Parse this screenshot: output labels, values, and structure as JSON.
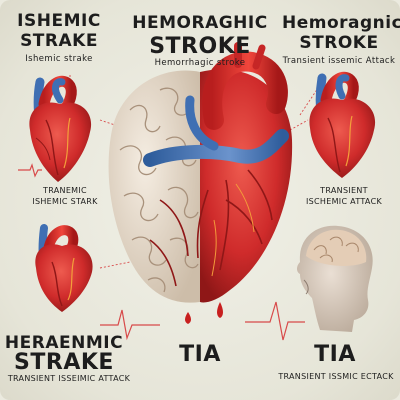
{
  "labels": {
    "top_left_line1": "ISHEMIC",
    "top_left_line2": "STRAKE",
    "top_left_sub": "Ishemic strake",
    "top_center_line1": "HEMORAGHIC",
    "top_center_line2": "STROKE",
    "top_center_sub": "Hemorrhagic stroke",
    "top_right_line1": "Hemoragnic",
    "top_right_line2": "STROKE",
    "top_right_sub": "Transient issemic Attack",
    "mid_left_line1": "TRANEMIC",
    "mid_left_line2": "ISHEMIC STARK",
    "mid_right_line1": "TRANSIENT",
    "mid_right_line2": "ISCHEMIC ATTACK",
    "bottom_left_line1": "HERAENMIC",
    "bottom_left_line2": "STRAKE",
    "bottom_left_sub": "TRANSIENT ISSEIMIC ATTACK",
    "bottom_center": "TIA",
    "bottom_right": "TIA",
    "bottom_right_sub": "TRANSIENT ISSMIC ECTACK"
  },
  "colors": {
    "background": "#ebeadf",
    "heart_red": "#d42a2a",
    "heart_dark": "#9e1a1a",
    "vessel_blue": "#3f6fb3",
    "brain": "#e8dccd",
    "ecg_line": "#d84a4a"
  }
}
